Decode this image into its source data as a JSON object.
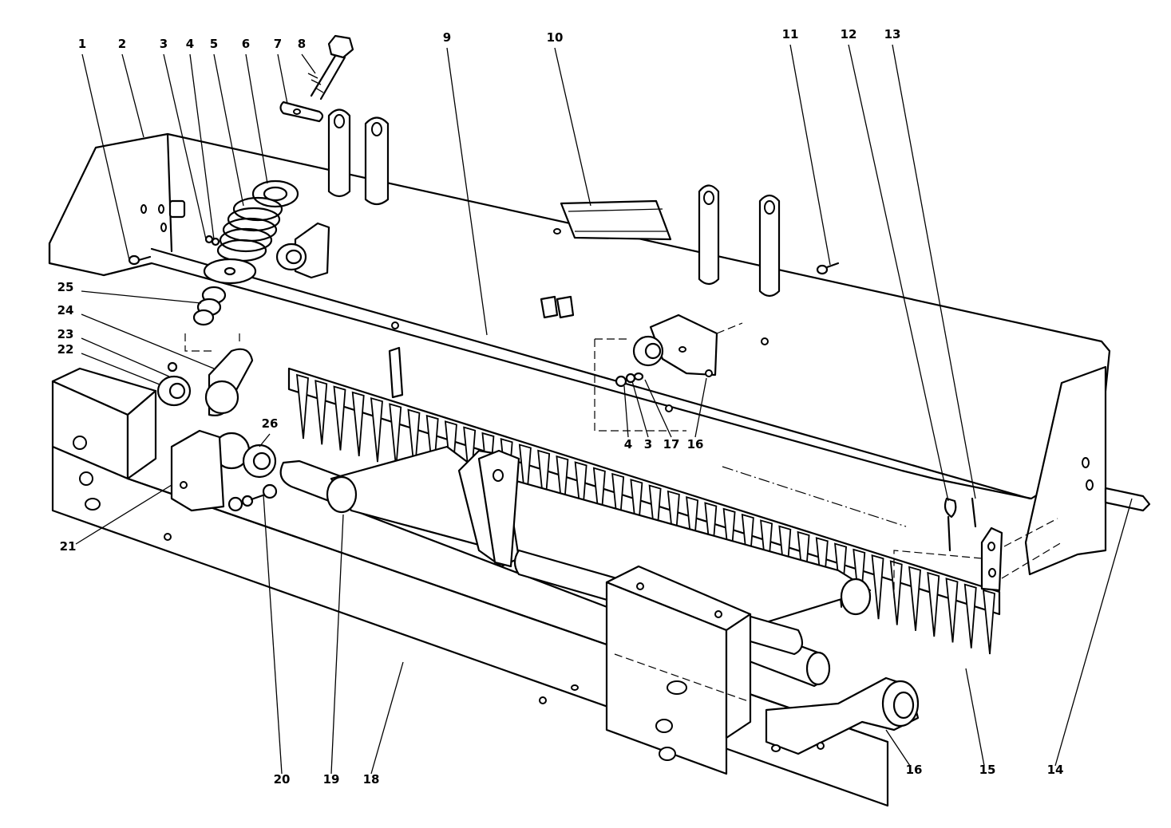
{
  "callouts": [
    {
      "label": "1"
    },
    {
      "label": "2"
    },
    {
      "label": "3"
    },
    {
      "label": "4"
    },
    {
      "label": "5"
    },
    {
      "label": "6"
    },
    {
      "label": "7"
    },
    {
      "label": "8"
    },
    {
      "label": "9"
    },
    {
      "label": "10"
    },
    {
      "label": "11"
    },
    {
      "label": "12"
    },
    {
      "label": "13"
    },
    {
      "label": "4"
    },
    {
      "label": "3"
    },
    {
      "label": "17"
    },
    {
      "label": "16"
    },
    {
      "label": "25"
    },
    {
      "label": "24"
    },
    {
      "label": "23"
    },
    {
      "label": "22"
    },
    {
      "label": "26"
    },
    {
      "label": "21"
    },
    {
      "label": "20"
    },
    {
      "label": "19"
    },
    {
      "label": "18"
    },
    {
      "label": "16"
    },
    {
      "label": "15"
    },
    {
      "label": "14"
    }
  ]
}
